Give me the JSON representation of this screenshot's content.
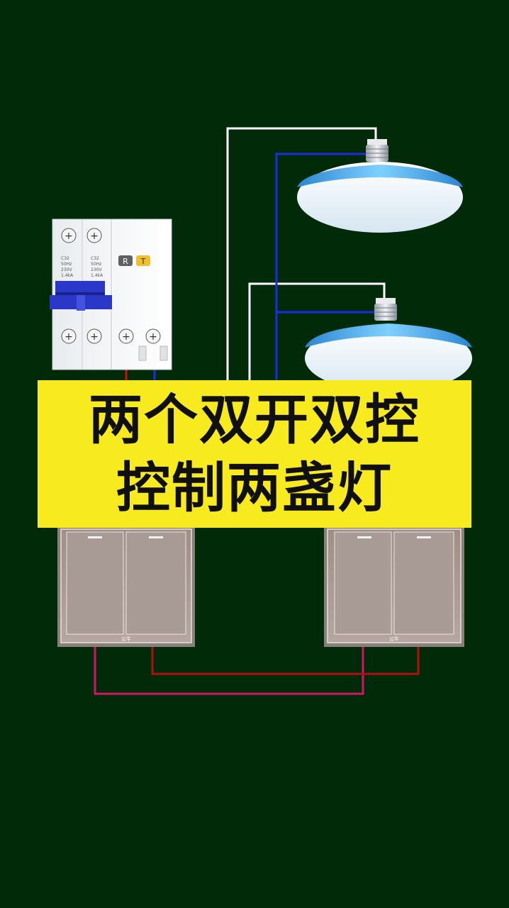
{
  "caption": {
    "line1": "两个双开双控",
    "line2": "控制两盏灯"
  },
  "breaker": {
    "pole_labels": [
      "C32\n50Hz\n230V\n1.4kA",
      "C32\n50Hz\n230V\n1.4kA"
    ],
    "button_r": "R",
    "button_t": "T"
  },
  "switch_left": {
    "brand": "公牛"
  },
  "switch_right": {
    "brand": "公牛"
  },
  "colors": {
    "background": "#002a08",
    "live_wire": "#cc1010",
    "neutral_wire": "#1a2fe0",
    "switch_wire": "#ffffff",
    "traveler_1": "#d0156a",
    "traveler_2": "#b01010",
    "caption_bg": "#f7ea1f",
    "lamp_rim": "#3aa0e0"
  },
  "icons": [
    "circuit-breaker-icon",
    "lamp-icon",
    "double-switch-icon"
  ]
}
